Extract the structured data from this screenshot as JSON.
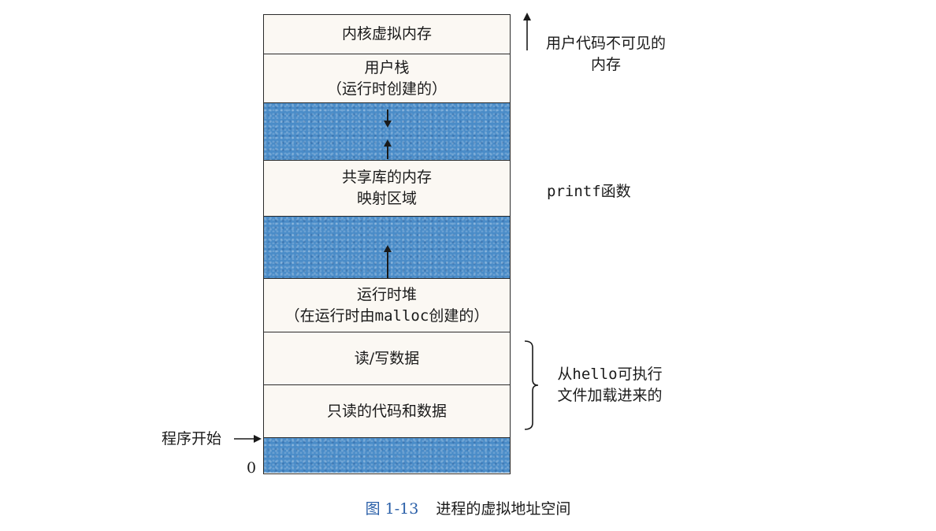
{
  "segments": {
    "kernel_vm": "内核虚拟内存",
    "user_stack_line1": "用户栈",
    "user_stack_line2": "（运行时创建的）",
    "shared_lib_line1": "共享库的内存",
    "shared_lib_line2": "映射区域",
    "heap_line1": "运行时堆",
    "heap_line2_prefix": "（在运行时由",
    "heap_line2_code": "malloc",
    "heap_line2_suffix": "创建的）",
    "rw_data": "读/写数据",
    "ro_code": "只读的代码和数据"
  },
  "annotations": {
    "invisible_line1": "用户代码不可见的",
    "invisible_line2": "内存",
    "printf_code": "printf",
    "printf_suffix": "函数",
    "loaded_prefix": "从",
    "loaded_code": "hello",
    "loaded_suffix": "可执行",
    "loaded_line2": "文件加载进来的",
    "program_start": "程序开始",
    "zero": "0"
  },
  "caption": {
    "label": "图 1-13",
    "title": "进程的虚拟地址空间"
  },
  "colors": {
    "free_region": "#4a8cc8",
    "segment_fill": "#fbf8f3",
    "caption_label": "#2a5fa8"
  }
}
